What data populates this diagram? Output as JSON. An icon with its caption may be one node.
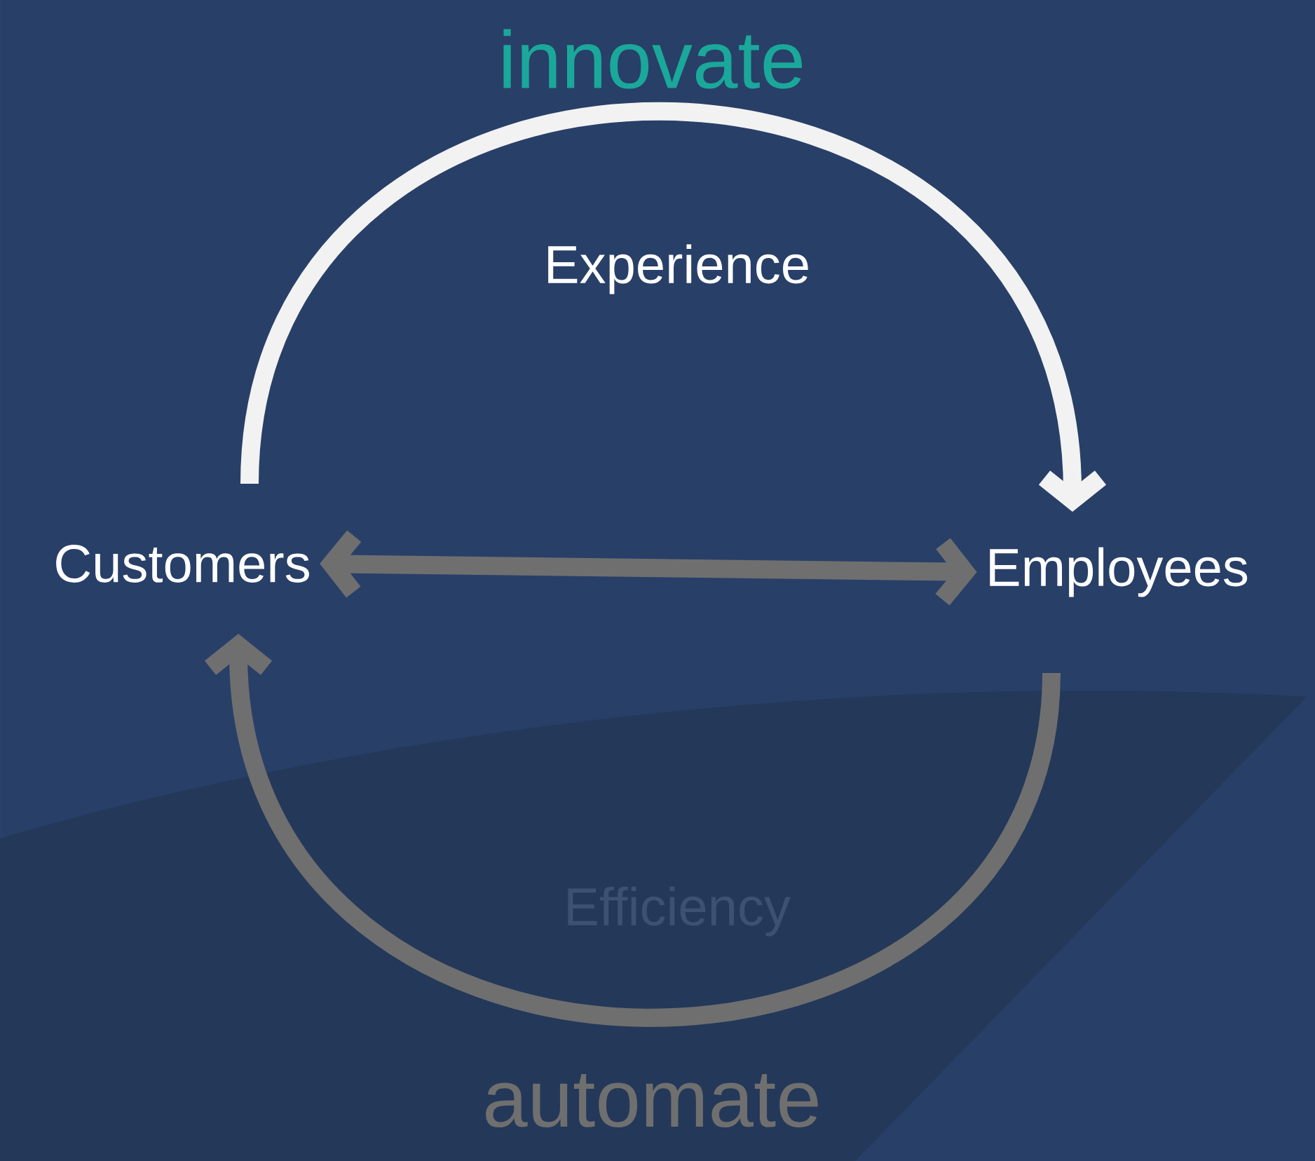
{
  "diagram": {
    "nodes": [
      {
        "text": [
          "Customers"
        ]
      },
      {
        "text": [
          "Employees"
        ]
      }
    ],
    "edges": [
      {
        "from": 0,
        "to": 1,
        "arrow": "to",
        "label": "Experience",
        "color": "#f2f2f2"
      },
      {
        "from": 0,
        "to": 1,
        "arrow": "both"
      },
      {
        "from": 1,
        "to": 0,
        "arrow": "to",
        "label": "Efficiency"
      }
    ],
    "labels": [
      "innovate",
      "automate"
    ]
  }
}
